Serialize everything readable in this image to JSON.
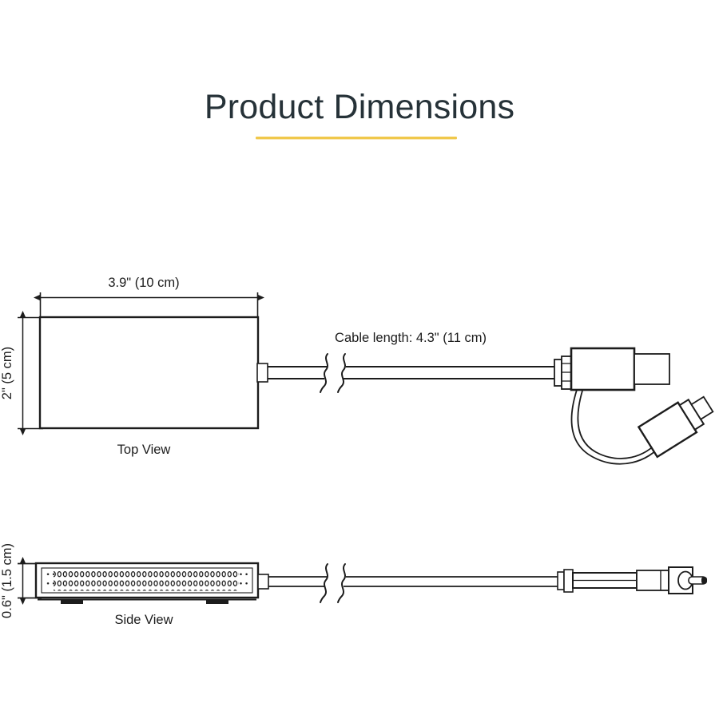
{
  "page": {
    "background_color": "#ffffff",
    "line_color": "#1c1c1c"
  },
  "header": {
    "title": "Product Dimensions",
    "title_color": "#263238",
    "underline_color": "#f0c84b"
  },
  "top_view": {
    "label": "Top View",
    "width_dimension": "3.9\" (10 cm)",
    "height_dimension": "2\" (5 cm)"
  },
  "cable": {
    "label": "Cable length: 4.3\" (11 cm)"
  },
  "side_view": {
    "label": "Side View",
    "height_dimension": "0.6\" (1.5 cm)"
  },
  "icons": {
    "break_symbol": "cable-break-symbol",
    "arrow": "dimension-arrow"
  }
}
